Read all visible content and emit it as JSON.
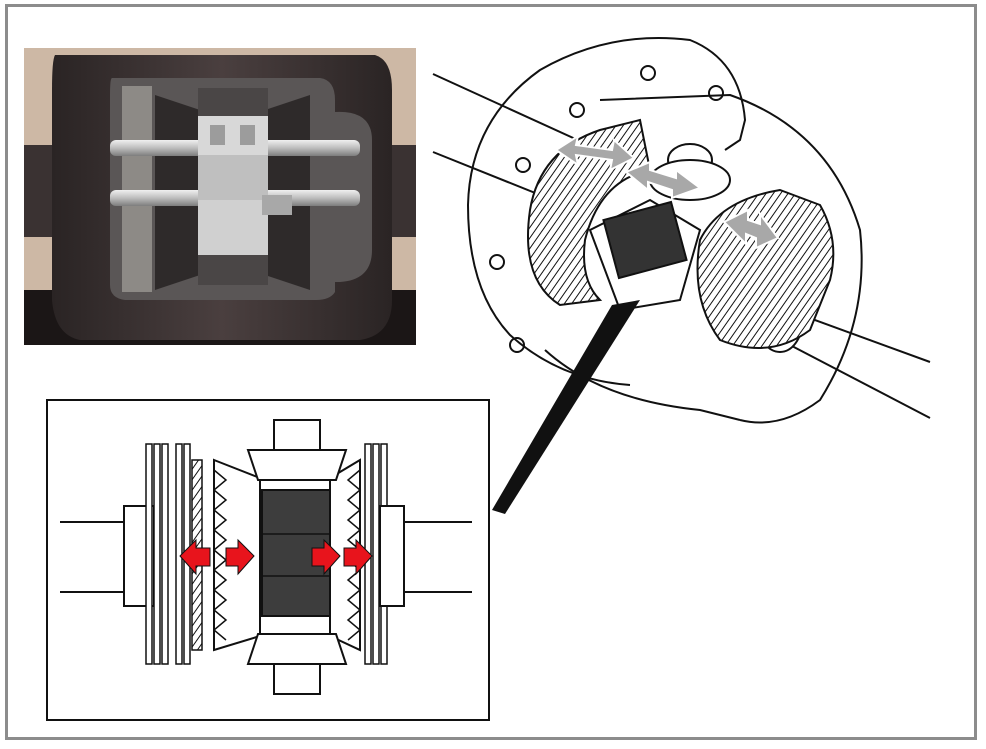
{
  "colors": {
    "frame": "#8c8c8c",
    "ink": "#111111",
    "arrow_red": "#e8141c",
    "arrow_grey": "#a8a8a8",
    "photo_housing": "#3a3131",
    "photo_metal": "#c9c9c9",
    "photo_background": "#cdb8a5"
  },
  "panels": [
    {
      "id": "photo",
      "kind": "cutaway-photo",
      "subject": "limited-slip-differential"
    },
    {
      "id": "perspective",
      "kind": "line-drawing",
      "subject": "differential-housing-cutaway",
      "arrow_count": 3
    },
    {
      "id": "detail",
      "kind": "cross-section-inset",
      "subject": "clutch-pack-and-side-gears",
      "arrow_count": 4
    }
  ]
}
